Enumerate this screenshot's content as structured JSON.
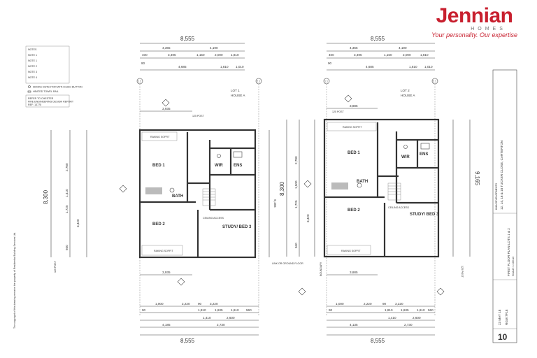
{
  "brand": {
    "name": "Jennian",
    "sub": "HOMES",
    "tagline": "Your personality. Our expertise"
  },
  "notes": {
    "heading": "NOTES",
    "lines": [
      "NOTE 1",
      "NOTE 1",
      "NOTE 2",
      "NOTE 3",
      "NOTE 4"
    ],
    "legend_sd": "SMOKE DETECTOR WITH HUSH BUTTON",
    "legend_htr": "HEATED TOWEL RAIL",
    "fire_1": "REFER TO CHESTER",
    "fire_2": "FIRE ENGINEERING DESIGN REPORT",
    "fire_3": "REF: 13775"
  },
  "lots": [
    {
      "lot_label": "LOT 1",
      "house_label": "HOUSE A",
      "top_total": "8,555",
      "top_dims_1": [
        "4,365",
        "4,190"
      ],
      "top_dims_2": [
        "400",
        "3,495",
        "1,150",
        "2,000",
        "1,810"
      ],
      "top_dims_3": [
        "90",
        "4,685",
        "1,810",
        "1,010"
      ],
      "bot_dims_1": [
        "1,000",
        "2,220",
        "90",
        "3,220"
      ],
      "bot_dims_2": [
        "90",
        "1,810",
        "1,635",
        "1,610",
        "560"
      ],
      "bot_dims_3": [
        "1,410",
        "2,600"
      ],
      "bot_dims_4": [
        "4,185",
        "2,730"
      ],
      "bot_total": "8,555",
      "side_total": "8,300",
      "left_dims": [
        "2,760",
        "1,410",
        "1,725",
        "3,420",
        "940",
        "125 POST"
      ],
      "right_total": "9,165",
      "inner_width": "3,935",
      "post_label": "125 POST",
      "rooms": {
        "bed1": "BED 1",
        "bed2": "BED 2",
        "wir": "WIR",
        "ens": "ENS",
        "bath": "BATH",
        "study": "STUDY/ BED 3",
        "ceiling": "CEILING ACCESS",
        "raking_top": "RAKING SOFFIT",
        "raking_bot": "RAKING SOFFIT",
        "link": "LINK OR GROUND FLOOR"
      }
    },
    {
      "lot_label": "LOT 2",
      "house_label": "HOUSE A",
      "top_total": "8,555",
      "top_dims_1": [
        "4,365",
        "4,190"
      ],
      "top_dims_2": [
        "400",
        "3,495",
        "1,150",
        "2,000",
        "1,810"
      ],
      "top_dims_3": [
        "90",
        "4,685",
        "1,810",
        "1,010"
      ],
      "bot_dims_1": [
        "1,000",
        "2,220",
        "90",
        "3,220"
      ],
      "bot_dims_2": [
        "90",
        "1,810",
        "1,635",
        "1,610",
        "560"
      ],
      "bot_dims_3": [
        "1,410",
        "2,600"
      ],
      "bot_dims_4": [
        "4,135",
        "2,730"
      ],
      "bot_total": "8,555",
      "side_total": "8,300",
      "left_dims": [
        "2,780",
        "1,500",
        "1,725",
        "3,420",
        "940",
        "125 POST"
      ],
      "right_total": "9,165",
      "inner_width": "3,885",
      "post_label": "125 POST",
      "rooms": {
        "bed1": "BED 1",
        "bed2": "BED 2",
        "wir": "WIR",
        "ens": "ENS",
        "bath": "BATH",
        "study": "STUDY/ BED 3",
        "ceiling": "CEILING ACCESS",
        "raking_top": "RAKING SOFFIT",
        "raking_bot": "RAKING SOFFIT",
        "link": "BOUNDARY"
      }
    }
  ],
  "title_block": {
    "client": "KMA DEVELOPMENTS",
    "project": "12, 14, 16 & 18 TUCKER CLOSE, CARTERTON",
    "drawing": "FIRST FLOOR PLAN LOTS 1 & 2",
    "scale": "SCALE: 1:100 A3",
    "date": "23 MAY 18",
    "ref": "RGM 7F18",
    "sheet_no": "10",
    "copyright": "The copyright of this drawing remains the property of Residential Building Services Ltd."
  },
  "grid_marks": [
    "1.1",
    "2.1",
    "1.1",
    "2.1"
  ]
}
